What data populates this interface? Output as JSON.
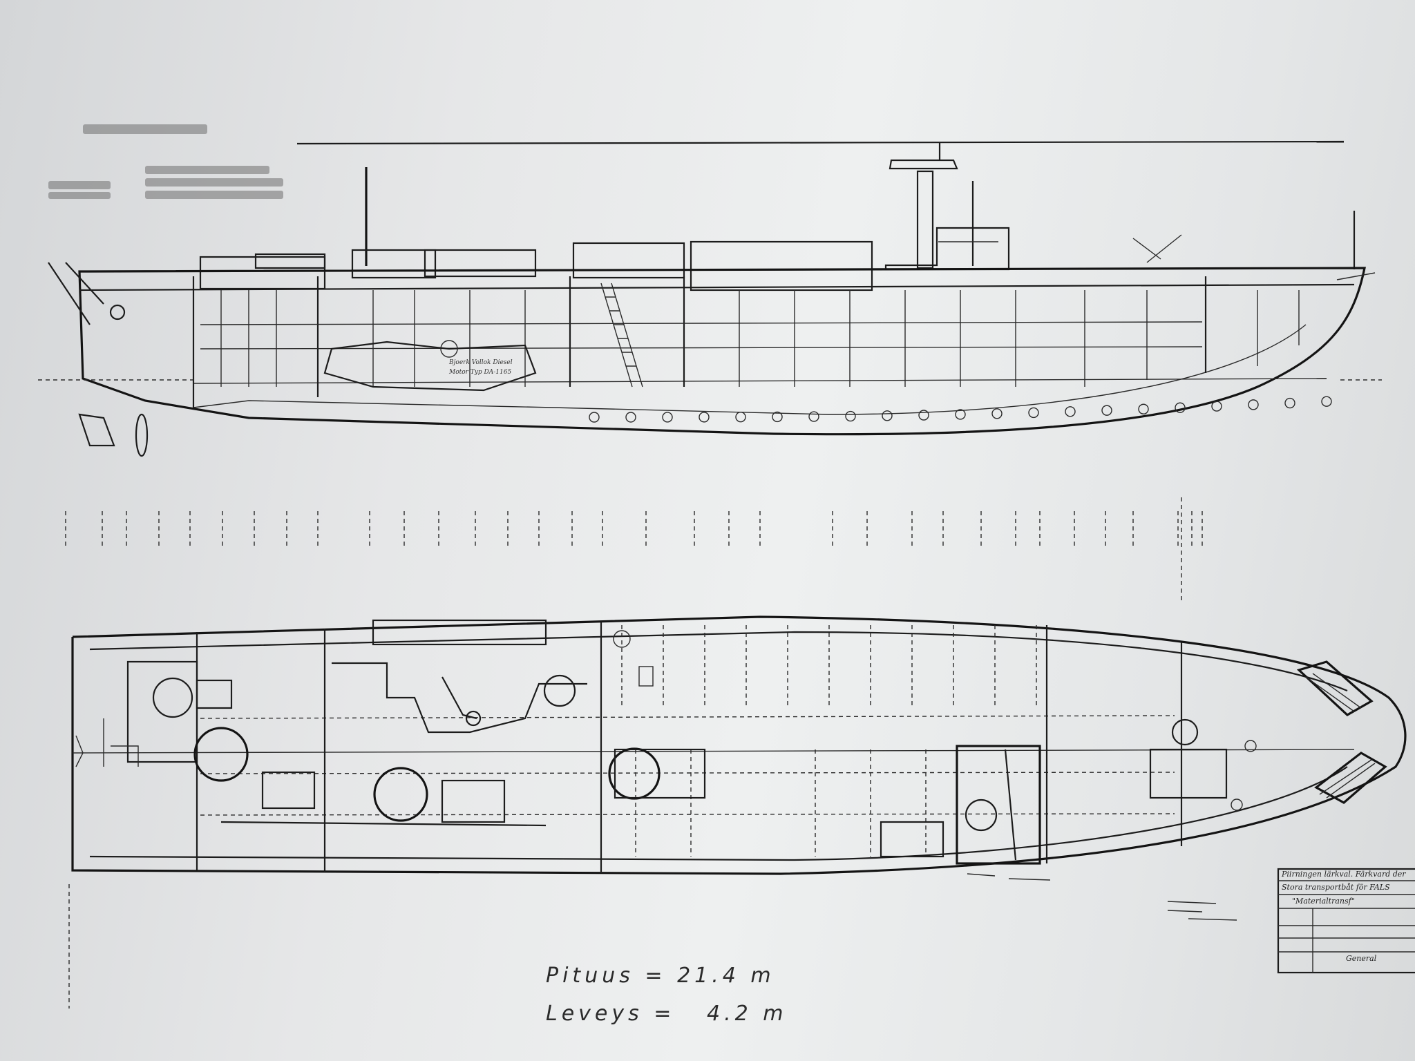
{
  "drawing": {
    "handwritten_notes": [
      {
        "label": "Pituus",
        "value": "21.4 m"
      },
      {
        "label": "Leveys",
        "value": "4.2 m"
      }
    ],
    "title_block": {
      "line1": "Piirningen lärkval. Färkvard der",
      "line2": "Stora transportbåt för FALS",
      "line3": "\"Materialtransf\"",
      "field_general": "General"
    },
    "profile_labels": [
      "Bjoerk Vollok Diesel",
      "Motor Typ DA-1165"
    ]
  }
}
